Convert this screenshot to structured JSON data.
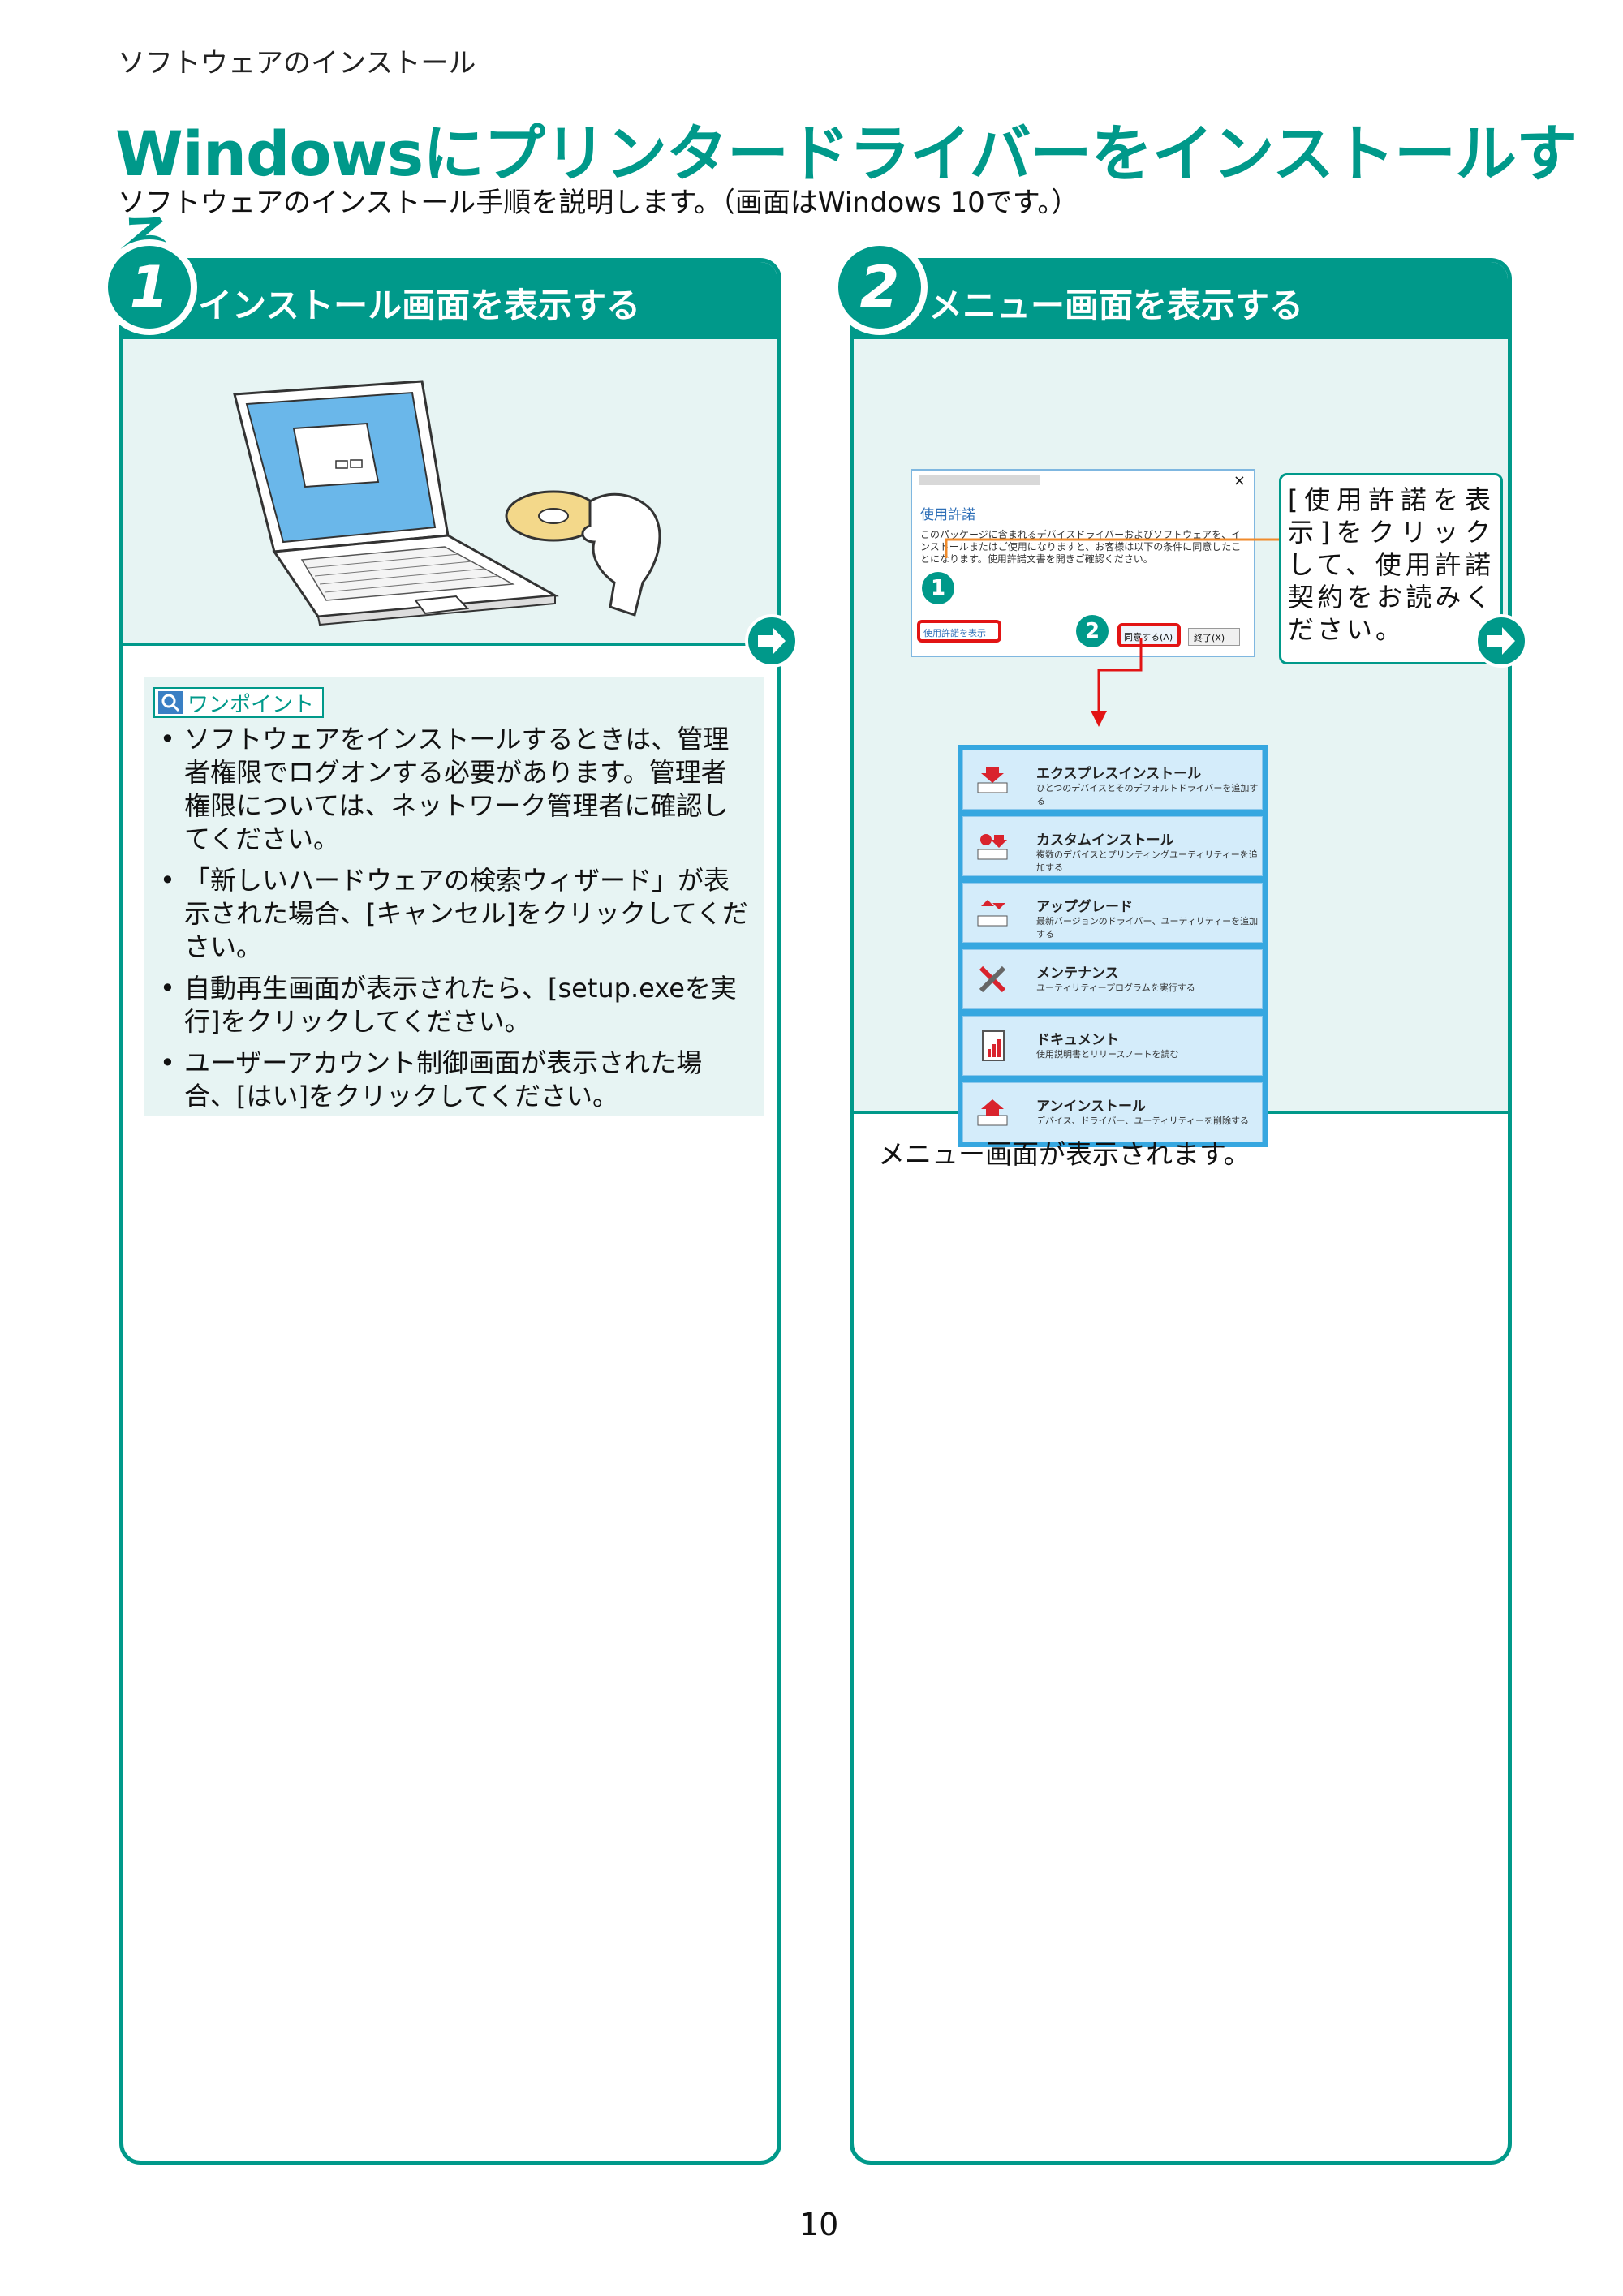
{
  "breadcrumb": "ソフトウェアのインストール",
  "title": "Windowsにプリンタードライバーをインストールする",
  "subtitle": "ソフトウェアのインストール手順を説明します。（画面はWindows 10です。）",
  "step1": {
    "number": "1",
    "title": "インストール画面を表示する",
    "tip": {
      "label": "ワンポイント",
      "items": [
        "ソフトウェアをインストールするときは、管理者権限でログオンする必要があります。管理者権限については、ネットワーク管理者に確認してください。",
        "「新しいハードウェアの検索ウィザード」が表示された場合、[キャンセル]をクリックしてください。",
        "自動再生画面が表示されたら、[setup.exeを実行]をクリックしてください。",
        "ユーザーアカウント制御画面が表示された場合、[はい]をクリックしてください。"
      ]
    }
  },
  "step2": {
    "number": "2",
    "title": "メニュー画面を表示する",
    "callout": "[使用許諾を表示]をクリックして、使用許諾契約をお読みください。",
    "caption": "メニュー画面が表示されます。",
    "dialog": {
      "close": "×",
      "heading": "使用許諾",
      "text": "このパッケージに含まれるデバイスドライバーおよびソフトウェアを、インストールまたはご使用になりますと、お客様は以下の条件に同意したことになります。使用許諾文書を開きご確認ください。",
      "view_link": "使用許諾を表示",
      "agree": "同意する(A)",
      "exit": "終了(X)",
      "marker1": "1",
      "marker2": "2"
    },
    "menu": [
      {
        "title": "エクスプレスインストール",
        "desc": "ひとつのデバイスとそのデフォルトドライバーを追加する",
        "icon": "install-icon"
      },
      {
        "title": "カスタムインストール",
        "desc": "複数のデバイスとプリンティングユーティリティーを追加する",
        "icon": "custom-install-icon"
      },
      {
        "title": "アップグレード",
        "desc": "最新バージョンのドライバー、ユーティリティーを追加する",
        "icon": "upgrade-icon"
      },
      {
        "title": "メンテナンス",
        "desc": "ユーティリティープログラムを実行する",
        "icon": "tools-icon"
      },
      {
        "title": "ドキュメント",
        "desc": "使用説明書とリリースノートを読む",
        "icon": "document-icon"
      },
      {
        "title": "アンインストール",
        "desc": "デバイス、ドライバー、ユーティリティーを削除する",
        "icon": "uninstall-icon"
      }
    ]
  },
  "page_number": "10",
  "colors": {
    "accent": "#00998a",
    "panel_bg": "#e7f4f3",
    "highlight": "#e21414"
  }
}
